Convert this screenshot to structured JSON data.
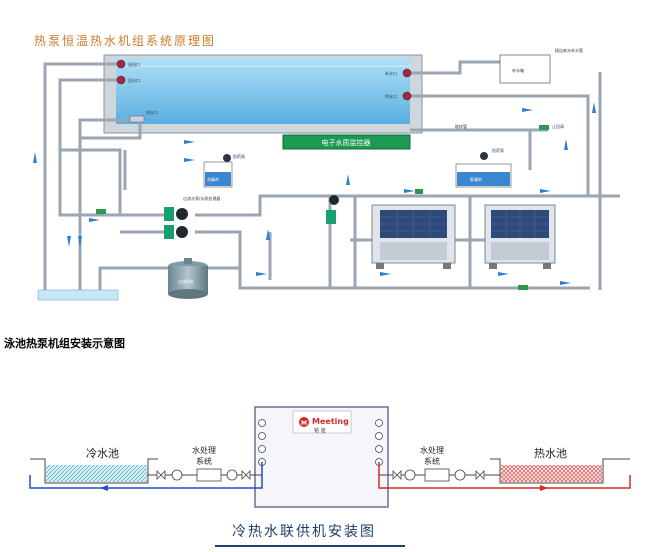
{
  "top_diagram": {
    "title": "热泵恒温热水机组系统原理图",
    "inlet_label_1": "溢流口",
    "inlet_label_2": "回水口",
    "return_label": "补水口",
    "right_label_1": "补水口",
    "right_label_2": "供水口",
    "makeup_tank_label": "补水箱",
    "makeup_note": "接自来水补水管",
    "controller_label": "电子水质监控器",
    "dosing_pump_label": "投药泵",
    "tank_left_label": "消毒剂",
    "tank_right_label": "絮凝剂",
    "filter_label": "过滤砂缸",
    "valve_note": "过滤水泵/水质处理器",
    "pipe_note_1": "排水口",
    "pipe_note_2": "取样管",
    "pipe_note_3": "止回阀"
  },
  "mid_heading": "泳池热泵机组安装示意图",
  "bottom_diagram": {
    "title": "冷热水联供机安装图",
    "cold_pool_label": "冷水池",
    "hot_pool_label": "热水池",
    "water_treatment_left": [
      "水处理",
      "系统"
    ],
    "water_treatment_right": [
      "水处理",
      "系统"
    ],
    "brand_name": "Meeting",
    "brand_chinese": "铭 迪",
    "cold_color": "#1f4fc8",
    "hot_color": "#d82a2a"
  }
}
